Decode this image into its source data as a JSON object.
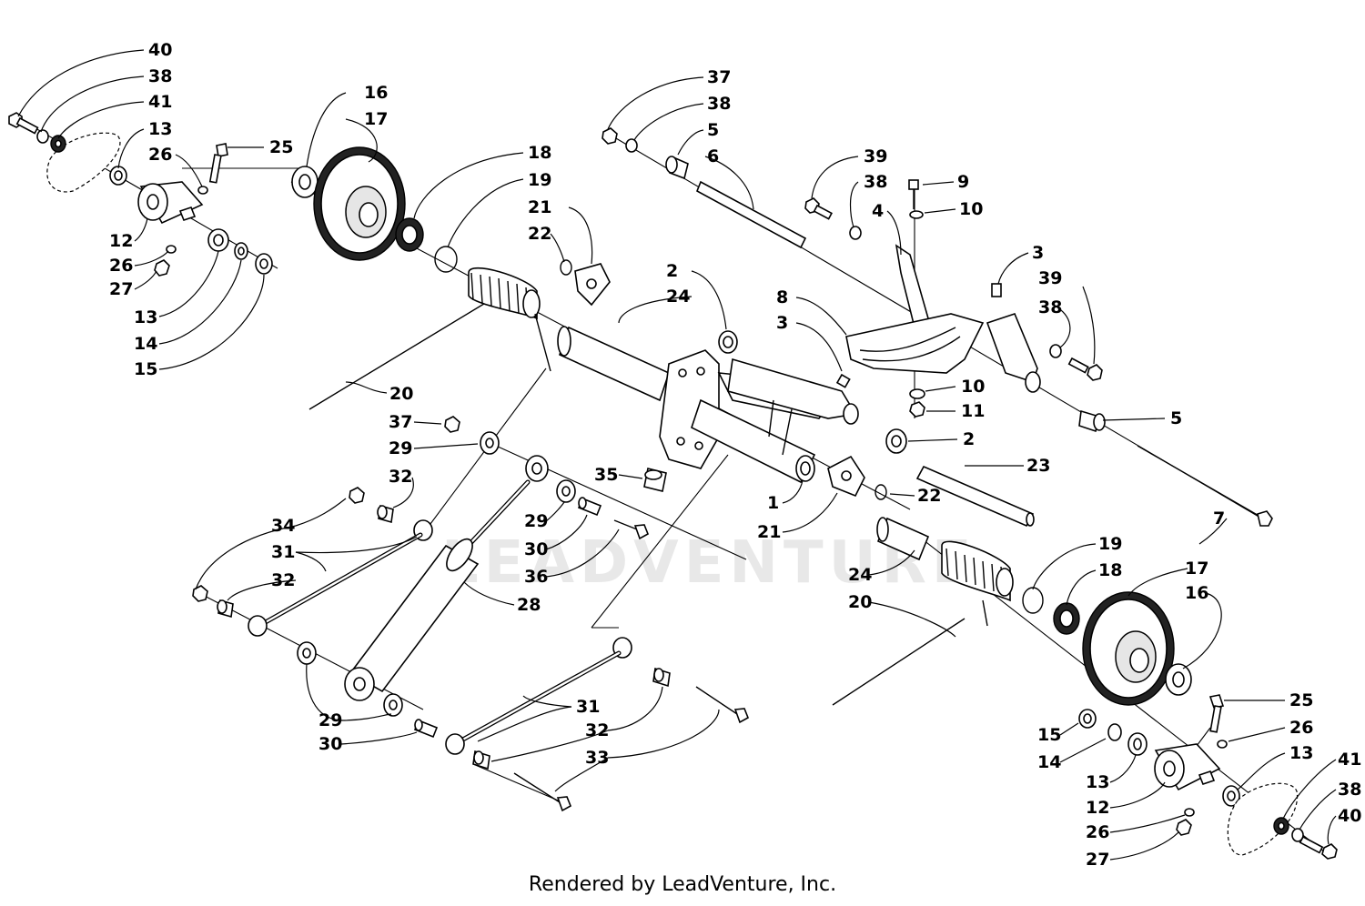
{
  "watermark": "LEADVENTURE",
  "footer": "Rendered by LeadVenture, Inc.",
  "callouts": [
    {
      "id": "c40a",
      "label": "40"
    },
    {
      "id": "c38a",
      "label": "38"
    },
    {
      "id": "c41a",
      "label": "41"
    },
    {
      "id": "c13a",
      "label": "13"
    },
    {
      "id": "c26a",
      "label": "26"
    },
    {
      "id": "c25a",
      "label": "25"
    },
    {
      "id": "c12a",
      "label": "12"
    },
    {
      "id": "c26b",
      "label": "26"
    },
    {
      "id": "c27a",
      "label": "27"
    },
    {
      "id": "c13b",
      "label": "13"
    },
    {
      "id": "c14a",
      "label": "14"
    },
    {
      "id": "c15a",
      "label": "15"
    },
    {
      "id": "c16a",
      "label": "16"
    },
    {
      "id": "c17a",
      "label": "17"
    },
    {
      "id": "c18a",
      "label": "18"
    },
    {
      "id": "c19a",
      "label": "19"
    },
    {
      "id": "c21a",
      "label": "21"
    },
    {
      "id": "c22a",
      "label": "22"
    },
    {
      "id": "c20a",
      "label": "20"
    },
    {
      "id": "c37a",
      "label": "37"
    },
    {
      "id": "c38b",
      "label": "38"
    },
    {
      "id": "c5a",
      "label": "5"
    },
    {
      "id": "c6a",
      "label": "6"
    },
    {
      "id": "c39a",
      "label": "39"
    },
    {
      "id": "c38c",
      "label": "38"
    },
    {
      "id": "c4a",
      "label": "4"
    },
    {
      "id": "c9a",
      "label": "9"
    },
    {
      "id": "c10a",
      "label": "10"
    },
    {
      "id": "c3a",
      "label": "3"
    },
    {
      "id": "c39b",
      "label": "39"
    },
    {
      "id": "c38d",
      "label": "38"
    },
    {
      "id": "c2a",
      "label": "2"
    },
    {
      "id": "c24a",
      "label": "24"
    },
    {
      "id": "c8a",
      "label": "8"
    },
    {
      "id": "c3b",
      "label": "3"
    },
    {
      "id": "c10b",
      "label": "10"
    },
    {
      "id": "c11a",
      "label": "11"
    },
    {
      "id": "c5b",
      "label": "5"
    },
    {
      "id": "c2b",
      "label": "2"
    },
    {
      "id": "c37b",
      "label": "37"
    },
    {
      "id": "c29a",
      "label": "29"
    },
    {
      "id": "c32a",
      "label": "32"
    },
    {
      "id": "c35a",
      "label": "35"
    },
    {
      "id": "c23a",
      "label": "23"
    },
    {
      "id": "c22b",
      "label": "22"
    },
    {
      "id": "c1a",
      "label": "1"
    },
    {
      "id": "c21b",
      "label": "21"
    },
    {
      "id": "c34a",
      "label": "34"
    },
    {
      "id": "c29b",
      "label": "29"
    },
    {
      "id": "c30a",
      "label": "30"
    },
    {
      "id": "c36a",
      "label": "36"
    },
    {
      "id": "c31a",
      "label": "31"
    },
    {
      "id": "c32b",
      "label": "32"
    },
    {
      "id": "c28a",
      "label": "28"
    },
    {
      "id": "c24b",
      "label": "24"
    },
    {
      "id": "c20b",
      "label": "20"
    },
    {
      "id": "c19b",
      "label": "19"
    },
    {
      "id": "c18b",
      "label": "18"
    },
    {
      "id": "c17b",
      "label": "17"
    },
    {
      "id": "c16b",
      "label": "16"
    },
    {
      "id": "c7a",
      "label": "7"
    },
    {
      "id": "c29c",
      "label": "29"
    },
    {
      "id": "c30b",
      "label": "30"
    },
    {
      "id": "c31b",
      "label": "31"
    },
    {
      "id": "c32c",
      "label": "32"
    },
    {
      "id": "c33a",
      "label": "33"
    },
    {
      "id": "c25b",
      "label": "25"
    },
    {
      "id": "c26c",
      "label": "26"
    },
    {
      "id": "c13c",
      "label": "13"
    },
    {
      "id": "c15b",
      "label": "15"
    },
    {
      "id": "c14b",
      "label": "14"
    },
    {
      "id": "c13d",
      "label": "13"
    },
    {
      "id": "c12b",
      "label": "12"
    },
    {
      "id": "c26d",
      "label": "26"
    },
    {
      "id": "c27b",
      "label": "27"
    },
    {
      "id": "c41b",
      "label": "41"
    },
    {
      "id": "c38e",
      "label": "38"
    },
    {
      "id": "c40b",
      "label": "40"
    }
  ]
}
